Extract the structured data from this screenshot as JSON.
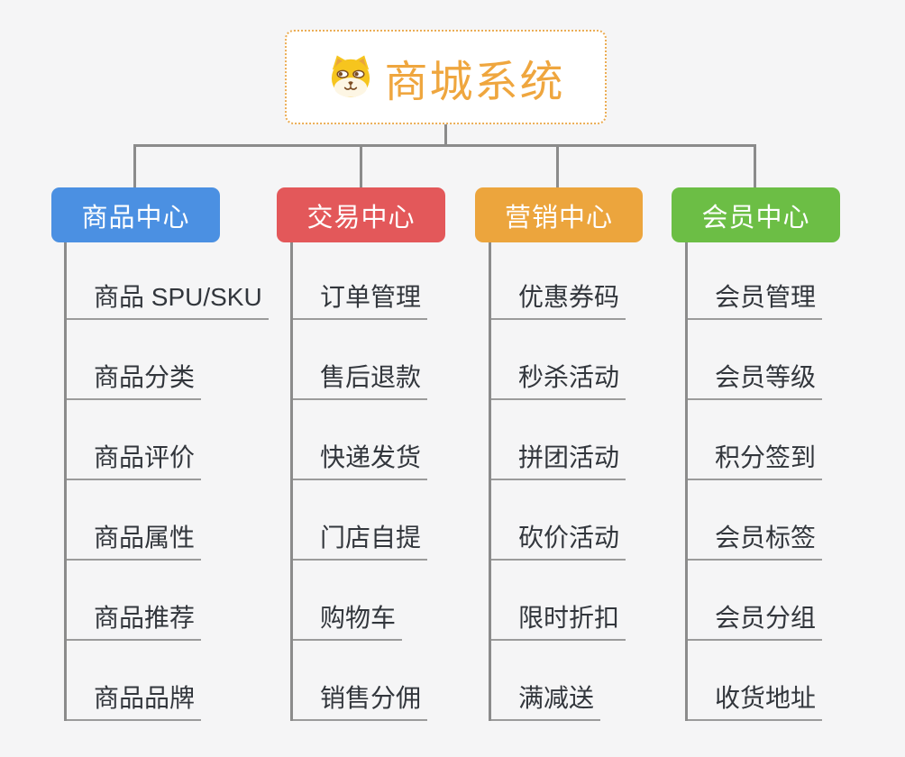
{
  "root": {
    "title": "商城系统",
    "icon": "shiba-dog-icon",
    "accent_color": "#EFA63E",
    "border_color": "#EBAD55",
    "background": "#FFFFFF"
  },
  "branches": [
    {
      "label": "商品中心",
      "color": "#4B90E2",
      "items": [
        "商品 SPU/SKU",
        "商品分类",
        "商品评价",
        "商品属性",
        "商品推荐",
        "商品品牌"
      ]
    },
    {
      "label": "交易中心",
      "color": "#E3585A",
      "items": [
        "订单管理",
        "售后退款",
        "快递发货",
        "门店自提",
        "购物车",
        "销售分佣"
      ]
    },
    {
      "label": "营销中心",
      "color": "#ECA53D",
      "items": [
        "优惠券码",
        "秒杀活动",
        "拼团活动",
        "砍价活动",
        "限时折扣",
        "满减送"
      ]
    },
    {
      "label": "会员中心",
      "color": "#6CBE45",
      "items": [
        "会员管理",
        "会员等级",
        "积分签到",
        "会员标签",
        "会员分组",
        "收货地址"
      ]
    }
  ],
  "palette": {
    "background": "#F5F5F6",
    "connector_line": "#8B8B8B",
    "leaf_underline": "#9B9B9B",
    "leaf_text": "#32363C",
    "branch_text": "#FFFFFF"
  }
}
